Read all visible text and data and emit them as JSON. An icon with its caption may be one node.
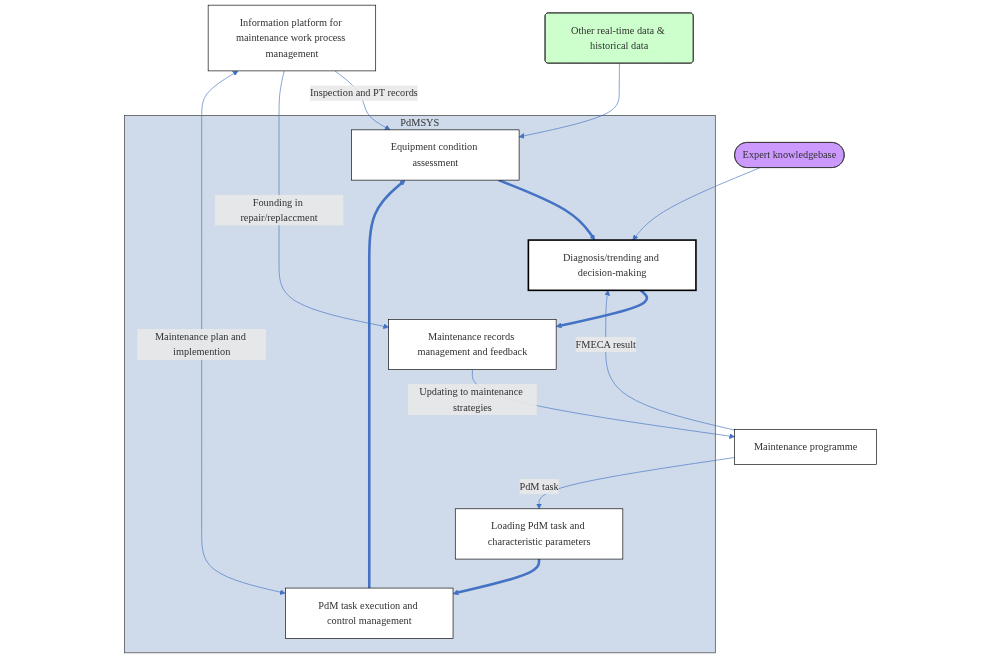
{
  "diagram": {
    "nodes": [
      {
        "text": [
          "Maintenance programme"
        ]
      },
      {
        "text": [
          "PdMSYS"
        ]
      },
      {
        "text": [
          "Loading PdM task and characteristic parameters"
        ],
        "in": 1
      },
      {
        "text": [
          "PdM task execution and control management"
        ],
        "in": 1
      },
      {
        "text": [
          "Other real-time data & historical data"
        ]
      },
      {
        "text": [
          "Equipment condition assessment"
        ],
        "in": 1
      },
      {
        "text": [
          "Information platform for maintenance work process management"
        ]
      },
      {
        "text": [
          "Expert knowledgebase"
        ]
      },
      {
        "text": [
          "Diagnosis/trending and decision-making"
        ],
        "in": 1
      },
      {
        "text": [
          "Maintenance records management and feedback"
        ],
        "in": 1
      }
    ],
    "edges": [
      {
        "from": 0,
        "to": 2,
        "arrow": "to",
        "label": "PdM task"
      },
      {
        "from": 2,
        "to": 3,
        "arrow": "to",
        "style": "thick"
      },
      {
        "from": 3,
        "to": 6,
        "arrow": "both",
        "label": "Maintenance plan and implemention"
      },
      {
        "from": 3,
        "to": 5,
        "arrow": "to",
        "style": "thick"
      },
      {
        "from": 4,
        "to": 5,
        "arrow": "to"
      },
      {
        "from": 6,
        "to": 5,
        "arrow": "to",
        "label": "Inspection and PT records"
      },
      {
        "from": 5,
        "to": 8,
        "arrow": "to",
        "style": "thick"
      },
      {
        "from": 0,
        "to": 8,
        "arrow": "to",
        "label": "FMECA result"
      },
      {
        "from": 7,
        "to": 8,
        "arrow": "to"
      },
      {
        "from": 8,
        "to": 9,
        "arrow": "to",
        "style": "thick"
      },
      {
        "from": 9,
        "to": 0,
        "arrow": "to",
        "label": "Updating to maintenance strategies"
      },
      {
        "from": 6,
        "to": 9,
        "arrow": "to",
        "label": "Founding in repair/replaccment"
      }
    ]
  }
}
